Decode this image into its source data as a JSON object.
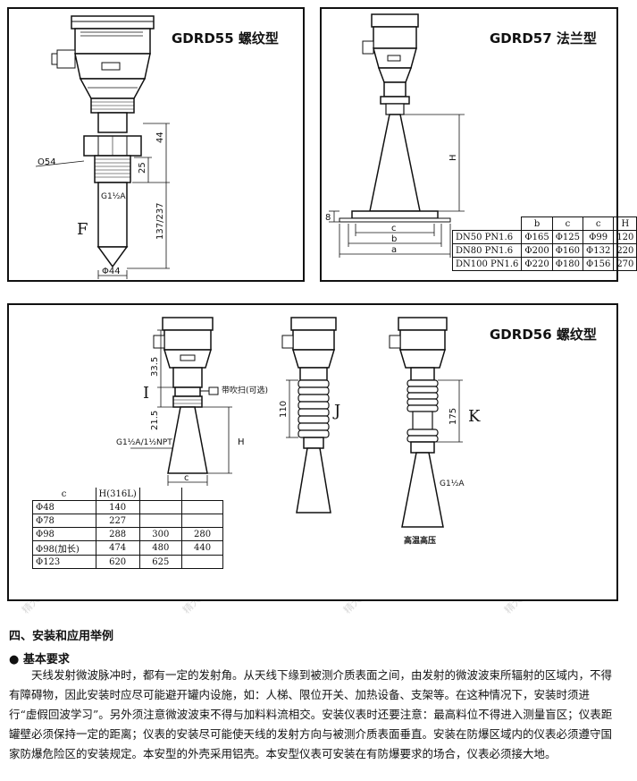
{
  "panel1": {
    "title": "GDRD55 螺纹型",
    "labels": {
      "o54": "O54",
      "f": "F",
      "thread": "G1½A",
      "d44": "Φ44",
      "dim44": "44",
      "dim25": "25",
      "dim137": "137/237"
    }
  },
  "panel2": {
    "title": "GDRD57 法兰型",
    "labels": {
      "h": "H",
      "c": "c",
      "b": "b",
      "a": "a",
      "eight": "8"
    },
    "table": {
      "header": [
        "",
        "b",
        "c",
        "c",
        "H"
      ],
      "rows": [
        [
          "DN50  PN1.6",
          "Φ165",
          "Φ125",
          "Φ99",
          "120"
        ],
        [
          "DN80  PN1.6",
          "Φ200",
          "Φ160",
          "Φ132",
          "220"
        ],
        [
          "DN100 PN1.6",
          "Φ220",
          "Φ180",
          "Φ156",
          "270"
        ]
      ]
    }
  },
  "panel3": {
    "title": "GDRD56 螺纹型",
    "labels": {
      "i": "I",
      "j": "J",
      "k": "K",
      "d335": "33.5",
      "d215": "21.5",
      "h": "H",
      "d110": "110",
      "d175": "175",
      "purge": "带吹扫(可选)",
      "thread_i": "G1½A/1½NPT",
      "thread_k": "G1½A",
      "c": "c",
      "hthp": "高温高压"
    },
    "table": {
      "header": [
        "c",
        "H(316L)",
        "",
        ""
      ],
      "rows": [
        [
          "Φ48",
          "140",
          "",
          ""
        ],
        [
          "Φ78",
          "227",
          "",
          ""
        ],
        [
          "Φ98",
          "288",
          "300",
          "280"
        ],
        [
          "Φ98(加长)",
          "474",
          "480",
          "440"
        ],
        [
          "Φ123",
          "620",
          "625",
          ""
        ]
      ]
    }
  },
  "section": {
    "heading": "四、安装和应用举例",
    "subheading": "● 基本要求",
    "paragraph": "天线发射微波脉冲时，都有一定的发射角。从天线下缘到被测介质表面之间，由发射的微波波束所辐射的区域内，不得有障碍物，因此安装时应尽可能避开罐内设施，如：人梯、限位开关、加热设备、支架等。在这种情况下，安装时须进行“虚假回波学习”。另外须注意微波波束不得与加料料流相交。安装仪表时还要注意：最高料位不得进入测量盲区；仪表距罐壁必须保持一定的距离；仪表的安装尽可能使天线的发射方向与被测介质表面垂直。安装在防爆区域内的仪表必须遵守国家防爆危险区的安装规定。本安型的外壳采用铝壳。本安型仪表可安装在有防爆要求的场合，仪表必须接大地。"
  },
  "watermark": "精大仪表"
}
